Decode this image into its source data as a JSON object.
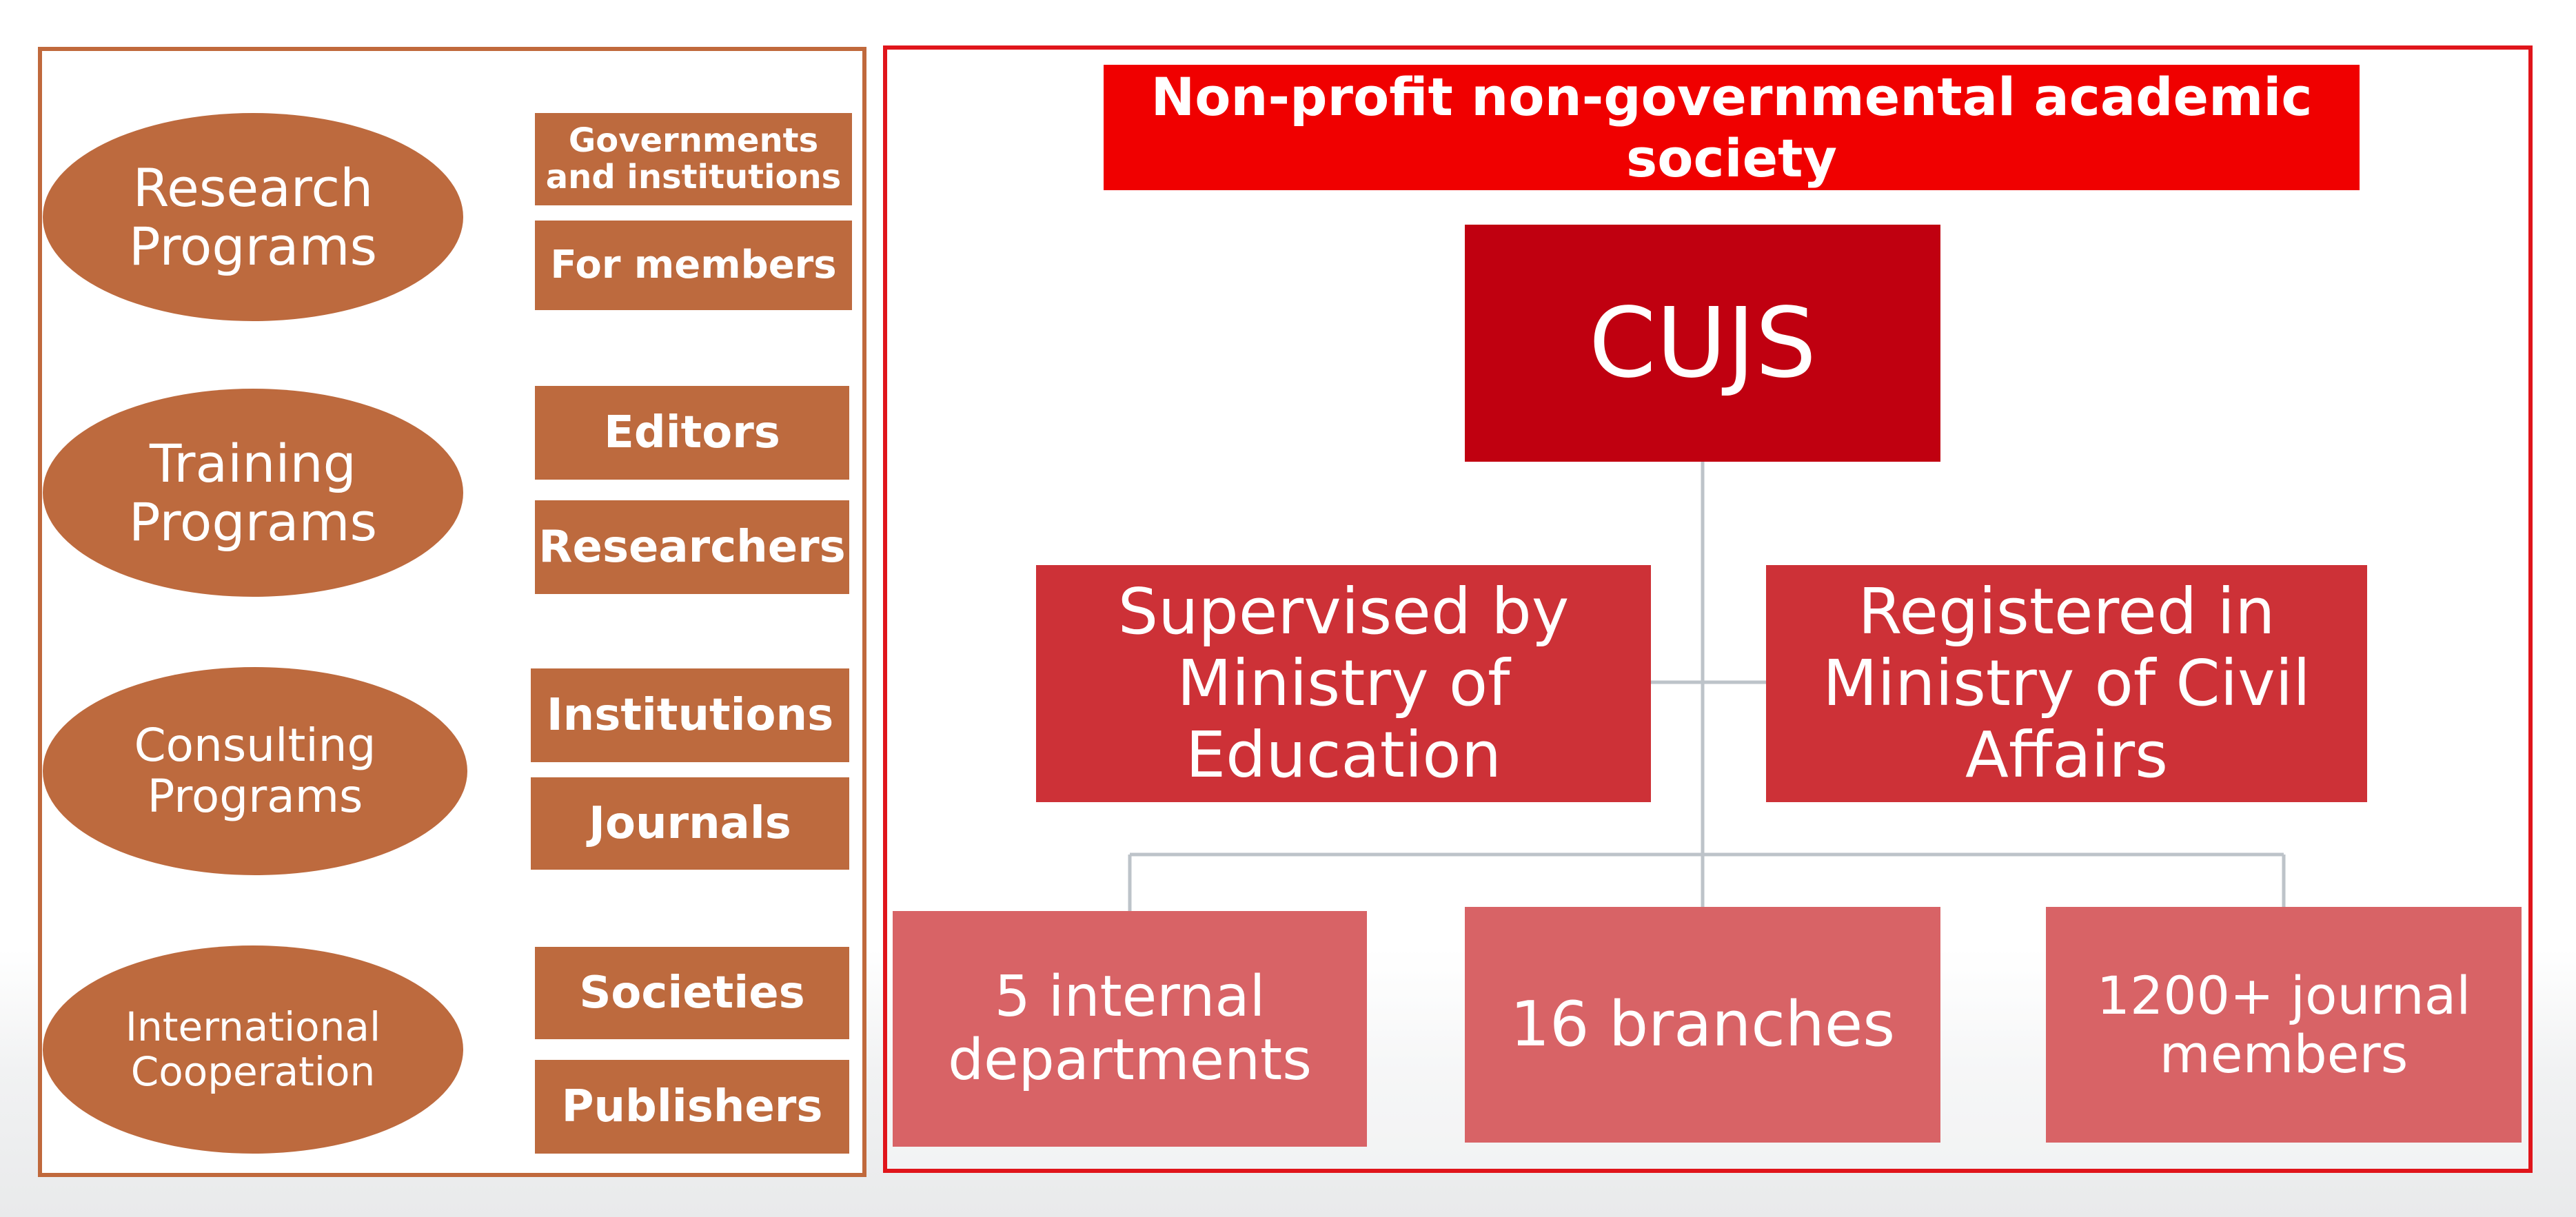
{
  "left": {
    "programs": [
      {
        "label": "Research\nPrograms",
        "items": [
          "Governments\nand institutions",
          "For members"
        ]
      },
      {
        "label": "Training\nPrograms",
        "items": [
          "Editors",
          "Researchers"
        ]
      },
      {
        "label": "Consulting\nPrograms",
        "items": [
          "Institutions",
          "Journals"
        ]
      },
      {
        "label": "International\nCooperation",
        "items": [
          "Societies",
          "Publishers"
        ]
      }
    ]
  },
  "right": {
    "banner": "Non-profit non-governmental academic society",
    "center": "CUJS",
    "supervised": "Supervised by\nMinistry of\nEducation",
    "registered": "Registered in\nMinistry of Civil\nAffairs",
    "units": [
      "5  internal\ndepartments",
      "16 branches",
      "1200+ journal\nmembers"
    ]
  },
  "colors": {
    "orange": "#bd6a3e",
    "banner_red": "#f00000",
    "dark_red": "#c00010",
    "mid_red": "#cd3137",
    "light_red": "#d86366",
    "connector": "#9aa3ad"
  }
}
